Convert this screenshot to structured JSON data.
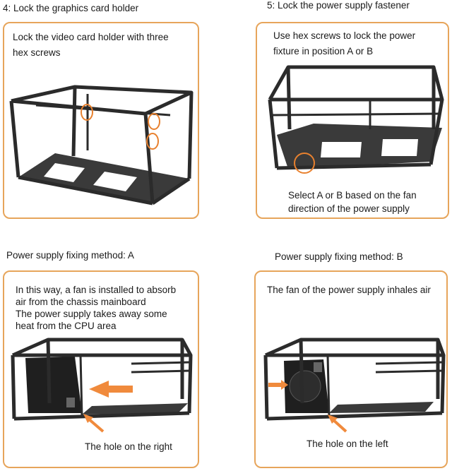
{
  "step4": {
    "heading": "4: Lock the graphics card holder",
    "text_line1": "Lock the video card holder with three",
    "text_line2": "hex screws"
  },
  "step5": {
    "heading": "5: Lock the power supply fastener",
    "text_line1": "Use hex screws to lock the power",
    "text_line2": "fixture in position A or B",
    "caption_line1": "Select A or B based on the fan",
    "caption_line2": "direction of the power supply"
  },
  "method_a": {
    "heading": "Power supply fixing method: A",
    "line1": "In this way, a fan is installed to absorb",
    "line2": "air from the chassis mainboard",
    "line3": "The power supply takes away some",
    "line4": "heat from the CPU area",
    "caption": "The hole on the right"
  },
  "method_b": {
    "heading": "Power supply fixing method: B",
    "line1": "The fan of the power supply inhales air",
    "caption": "The hole on the left"
  },
  "colors": {
    "panel_border": "#e7a55b",
    "arrow": "#f08a3c",
    "frame": "#2b2b2b"
  }
}
